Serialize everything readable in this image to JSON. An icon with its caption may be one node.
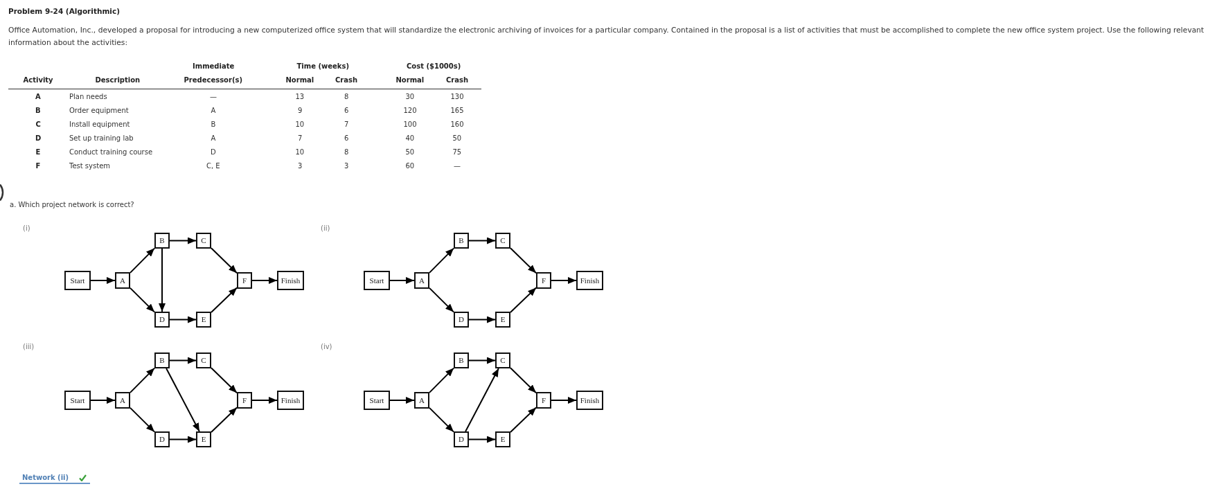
{
  "diagram": {
    "title": "Problem 9-24 (Algorithmic)",
    "nodes": [
      {
        "text": [
          "Start"
        ]
      },
      {
        "text": [
          "A"
        ]
      },
      {
        "text": [
          "B"
        ]
      },
      {
        "text": [
          "C"
        ]
      },
      {
        "text": [
          "D"
        ]
      },
      {
        "text": [
          "E"
        ]
      },
      {
        "text": [
          "F"
        ]
      },
      {
        "text": [
          "Finish"
        ]
      },
      {
        "text": [
          "Start"
        ]
      },
      {
        "text": [
          "A"
        ]
      },
      {
        "text": [
          "B"
        ]
      },
      {
        "text": [
          "C"
        ]
      },
      {
        "text": [
          "D"
        ]
      },
      {
        "text": [
          "E"
        ]
      },
      {
        "text": [
          "F"
        ]
      },
      {
        "text": [
          "Finish"
        ]
      },
      {
        "text": [
          "Start"
        ]
      },
      {
        "text": [
          "A"
        ]
      },
      {
        "text": [
          "B"
        ]
      },
      {
        "text": [
          "C"
        ]
      },
      {
        "text": [
          "D"
        ]
      },
      {
        "text": [
          "E"
        ]
      },
      {
        "text": [
          "F"
        ]
      },
      {
        "text": [
          "Finish"
        ]
      },
      {
        "text": [
          "Start"
        ]
      },
      {
        "text": [
          "A"
        ]
      },
      {
        "text": [
          "B"
        ]
      },
      {
        "text": [
          "C"
        ]
      },
      {
        "text": [
          "D"
        ]
      },
      {
        "text": [
          "E"
        ]
      },
      {
        "text": [
          "F"
        ]
      },
      {
        "text": [
          "Finish"
        ]
      }
    ],
    "edges": [
      {
        "from": 0,
        "to": 1,
        "arrow": "to"
      },
      {
        "from": 1,
        "to": 2,
        "arrow": "to"
      },
      {
        "from": 1,
        "to": 4,
        "arrow": "to"
      },
      {
        "from": 2,
        "to": 3,
        "arrow": "to"
      },
      {
        "from": 2,
        "to": 4,
        "arrow": "to"
      },
      {
        "from": 3,
        "to": 6,
        "arrow": "to"
      },
      {
        "from": 4,
        "to": 5,
        "arrow": "to"
      },
      {
        "from": 5,
        "to": 6,
        "arrow": "to"
      },
      {
        "from": 6,
        "to": 7,
        "arrow": "to"
      },
      {
        "from": 8,
        "to": 9,
        "arrow": "to"
      },
      {
        "from": 9,
        "to": 10,
        "arrow": "to"
      },
      {
        "from": 9,
        "to": 12,
        "arrow": "to"
      },
      {
        "from": 10,
        "to": 11,
        "arrow": "to"
      },
      {
        "from": 11,
        "to": 14,
        "arrow": "to"
      },
      {
        "from": 12,
        "to": 13,
        "arrow": "to"
      },
      {
        "from": 13,
        "to": 14,
        "arrow": "to"
      },
      {
        "from": 14,
        "to": 15,
        "arrow": "to"
      },
      {
        "from": 16,
        "to": 17,
        "arrow": "to"
      },
      {
        "from": 17,
        "to": 18,
        "arrow": "to"
      },
      {
        "from": 17,
        "to": 20,
        "arrow": "to"
      },
      {
        "from": 18,
        "to": 19,
        "arrow": "to"
      },
      {
        "from": 18,
        "to": 21,
        "arrow": "to"
      },
      {
        "from": 19,
        "to": 22,
        "arrow": "to"
      },
      {
        "from": 20,
        "to": 21,
        "arrow": "to"
      },
      {
        "from": 21,
        "to": 22,
        "arrow": "to"
      },
      {
        "from": 22,
        "to": 23,
        "arrow": "to"
      },
      {
        "from": 24,
        "to": 25,
        "arrow": "to"
      },
      {
        "from": 25,
        "to": 26,
        "arrow": "to"
      },
      {
        "from": 25,
        "to": 28,
        "arrow": "to"
      },
      {
        "from": 26,
        "to": 27,
        "arrow": "to"
      },
      {
        "from": 28,
        "to": 27,
        "arrow": "to"
      },
      {
        "from": 27,
        "to": 30,
        "arrow": "to"
      },
      {
        "from": 28,
        "to": 29,
        "arrow": "to"
      },
      {
        "from": 29,
        "to": 30,
        "arrow": "to"
      },
      {
        "from": 30,
        "to": 31,
        "arrow": "to"
      }
    ],
    "labels": [
      "Office Automation, Inc., developed a proposal for introducing a new computerized office system that will standardize the electronic archiving of invoices for a particular company. Contained in the proposal is a list of activities that must be accomplished to complete the new office system project. Use the following relevant information about the activities:",
      "Immediate",
      "Time (weeks)",
      "Cost ($1000s)",
      "Activity",
      "Description",
      "Predecessor(s)",
      "Normal",
      "Crash",
      "Normal",
      "Crash",
      "A",
      "Plan needs",
      "—",
      "13",
      "8",
      "30",
      "130",
      "B",
      "Order equipment",
      "A",
      "9",
      "6",
      "120",
      "165",
      "C",
      "Install equipment",
      "B",
      "10",
      "7",
      "100",
      "160",
      "D",
      "Set up training lab",
      "A",
      "7",
      "6",
      "40",
      "50",
      "E",
      "Conduct training course",
      "D",
      "10",
      "8",
      "50",
      "75",
      "F",
      "Test system",
      "C, E",
      "3",
      "3",
      "60",
      "—",
      "a. Which project network is correct?",
      "(i)",
      "(ii)",
      "(iii)",
      "(iv)",
      "Network (ii)"
    ]
  }
}
